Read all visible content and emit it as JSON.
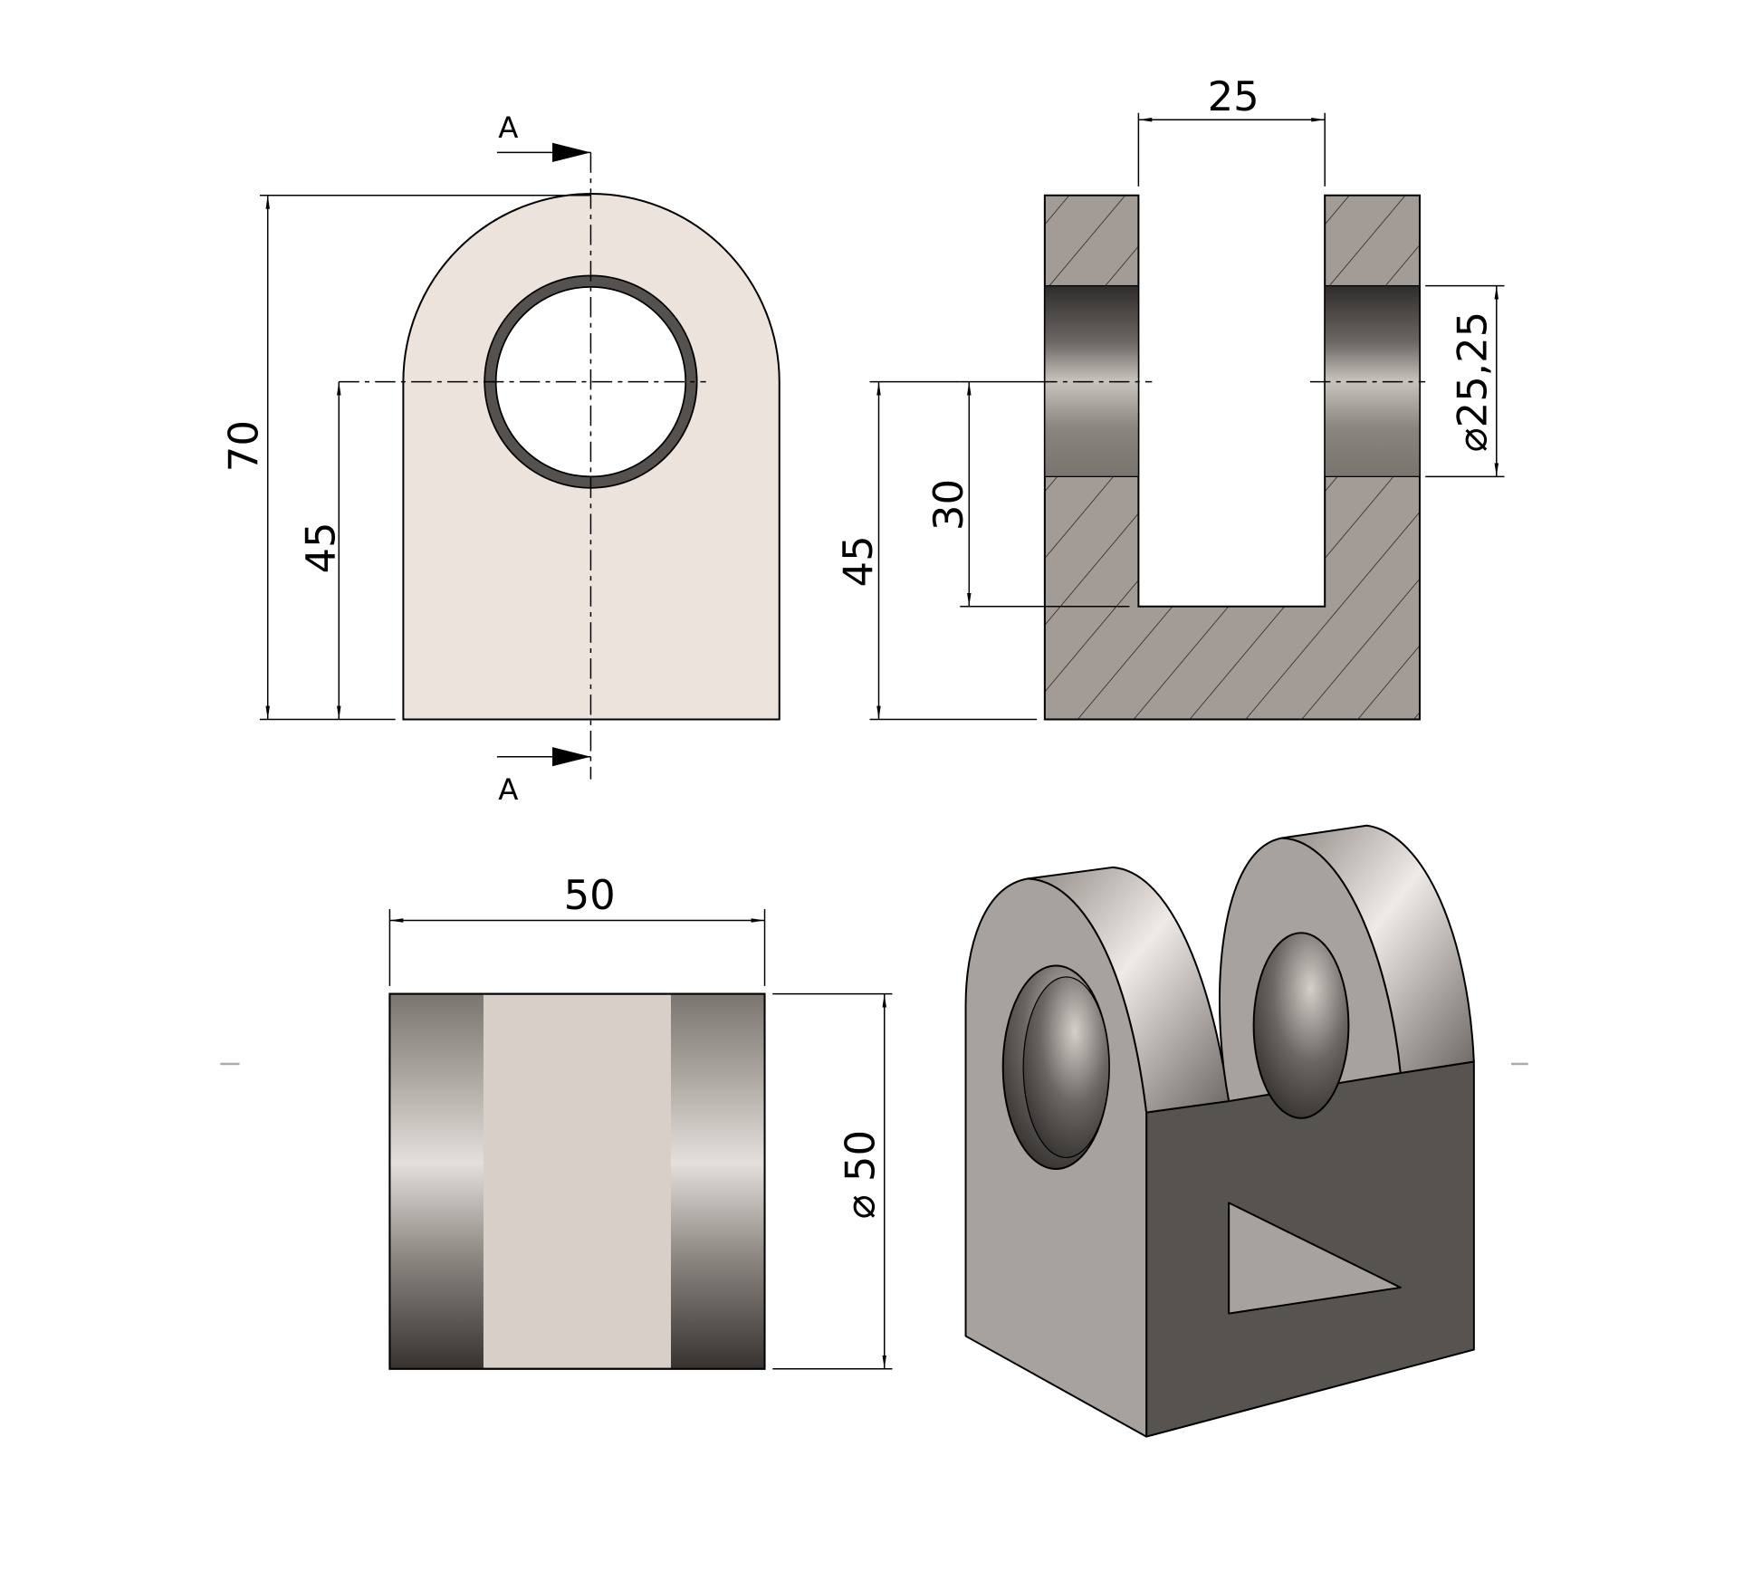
{
  "drawing": {
    "section_label_top": "A",
    "section_label_bottom": "A",
    "front_view": {
      "height_dim": "70",
      "hole_center_dim": "45"
    },
    "section_view": {
      "slot_width_dim": "25",
      "hole_dia_dim": "⌀25,25",
      "slot_depth_dim": "30",
      "hole_center_dim": "45"
    },
    "bottom_view": {
      "width_dim": "50",
      "dia_dim": "⌀ 50"
    },
    "colors": {
      "face": "#ece3dd",
      "section": "#a39c96",
      "metal_dark": "#3e3b39",
      "metal_light": "#d8d3cf",
      "side_dark": "#57534f"
    }
  }
}
